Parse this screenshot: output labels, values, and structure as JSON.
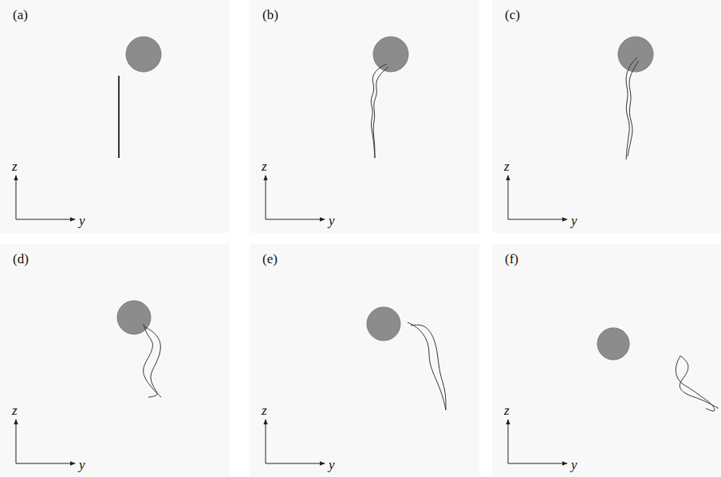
{
  "diagram": {
    "labels": [
      "(a)",
      "z",
      "y",
      "(b)",
      "z",
      "y",
      "(c)",
      "z",
      "y",
      "(d)",
      "z",
      "y",
      "(e)",
      "z",
      "y",
      "(f)",
      "z",
      "y"
    ]
  }
}
